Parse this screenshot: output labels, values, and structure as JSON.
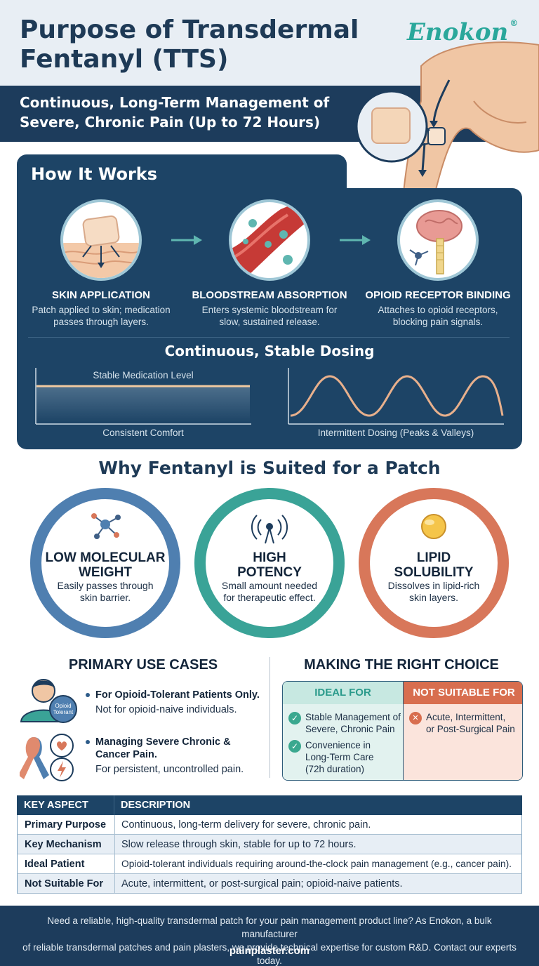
{
  "header": {
    "title_line1": "Purpose of Transdermal",
    "title_line2": "Fentanyl (TTS)",
    "logo": "Enokon",
    "logo_mark": "®",
    "subtitle_line1": "Continuous, Long-Term Management of",
    "subtitle_line2": "Severe, Chronic Pain (Up to 72 Hours)"
  },
  "how_it_works": {
    "title": "How It Works",
    "steps": [
      {
        "title": "SKIN APPLICATION",
        "desc_line1": "Patch applied to skin; medication",
        "desc_line2": "passes through layers."
      },
      {
        "title": "BLOODSTREAM ABSORPTION",
        "desc_line1": "Enters systemic bloodstream for",
        "desc_line2": "slow, sustained release."
      },
      {
        "title": "OPIOID RECEPTOR BINDING",
        "desc_line1": "Attaches to opioid receptors,",
        "desc_line2": "blocking pain signals."
      }
    ],
    "dosing_title": "Continuous, Stable Dosing",
    "graph_stable_label": "Stable Medication Level",
    "graph_stable_caption": "Consistent Comfort",
    "graph_intermittent_caption": "Intermittent Dosing (Peaks & Valleys)"
  },
  "why_suited": {
    "title": "Why Fentanyl is Suited for a Patch",
    "properties": [
      {
        "title_line1": "LOW MOLECULAR",
        "title_line2": "WEIGHT",
        "desc_line1": "Easily passes through",
        "desc_line2": "skin barrier.",
        "color": "#4f7fb0"
      },
      {
        "title_line1": "HIGH",
        "title_line2": "POTENCY",
        "desc_line1": "Small amount needed",
        "desc_line2": "for therapeutic effect.",
        "color": "#3aa397"
      },
      {
        "title_line1": "LIPID",
        "title_line2": "SOLUBILITY",
        "desc_line1": "Dissolves in lipid-rich",
        "desc_line2": "skin layers.",
        "color": "#d8775a"
      }
    ]
  },
  "use_cases": {
    "title": "PRIMARY USE CASES",
    "badge": "Opioid Tolerant",
    "items": [
      {
        "bold": "For Opioid-Tolerant Patients Only.",
        "text": "Not for opioid-naive individuals."
      },
      {
        "bold_line1": "Managing Severe Chronic &",
        "bold_line2": "Cancer Pain.",
        "text": "For persistent, uncontrolled pain."
      }
    ]
  },
  "choice": {
    "title": "MAKING THE RIGHT CHOICE",
    "ideal_header": "IDEAL FOR",
    "not_header": "NOT SUITABLE FOR",
    "ideal_items": [
      {
        "line1": "Stable Management of",
        "line2": "Severe, Chronic Pain"
      },
      {
        "line1": "Convenience in",
        "line2": "Long-Term Care",
        "line3": "(72h duration)"
      }
    ],
    "not_items": [
      {
        "line1": "Acute, Intermittent,",
        "line2": "or Post-Surgical Pain"
      }
    ]
  },
  "key_table": {
    "header_a": "KEY ASPECT",
    "header_b": "DESCRIPTION",
    "rows": [
      {
        "aspect": "Primary Purpose",
        "desc": "Continuous, long-term delivery for severe, chronic pain."
      },
      {
        "aspect": "Key Mechanism",
        "desc": "Slow release through skin, stable for up to 72 hours."
      },
      {
        "aspect": "Ideal Patient",
        "desc": "Opioid-tolerant individuals requiring around-the-clock pain management (e.g., cancer pain)."
      },
      {
        "aspect": "Not Suitable For",
        "desc": "Acute, intermittent, or post-surgical pain; opioid-naive patients."
      }
    ]
  },
  "footer": {
    "text_line1": "Need a reliable, high-quality transdermal patch for your pain management product line? As Enokon, a bulk manufacturer",
    "text_line2": "of reliable transdermal patches and pain plasters, we provide technical expertise for custom R&D. Contact our experts today.",
    "url": "painplaster.com"
  }
}
